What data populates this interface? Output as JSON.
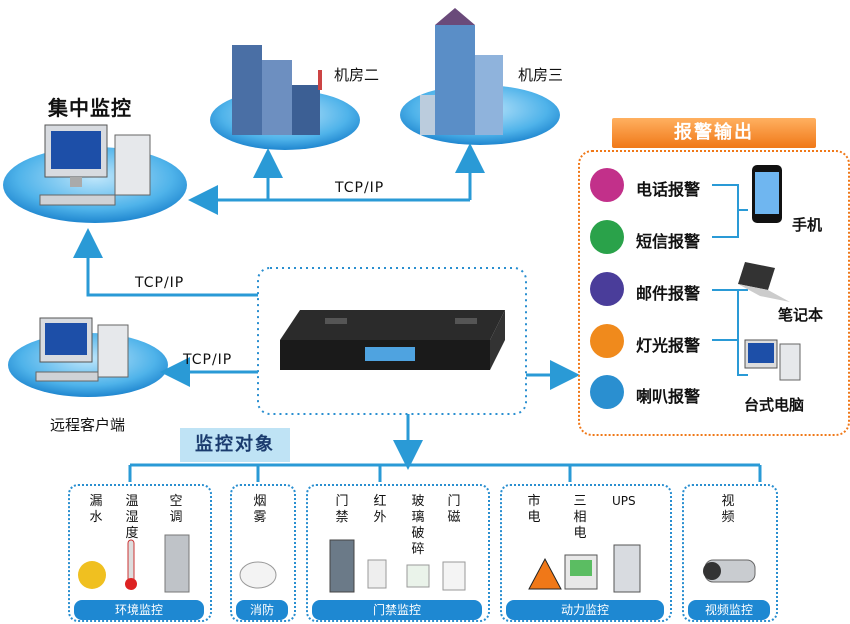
{
  "nodes": {
    "center": "集中监控",
    "room2": "机房二",
    "room3": "机房三",
    "remote": "远程客户端"
  },
  "links": {
    "tcp_top": "TCP/IP",
    "tcp_mid": "TCP/IP",
    "tcp_low": "TCP/IP"
  },
  "alarm": {
    "title": "报警输出",
    "items": [
      "电话报警",
      "短信报警",
      "邮件报警",
      "灯光报警",
      "喇叭报警"
    ],
    "devices": [
      "手机",
      "笔记本",
      "台式电脑"
    ]
  },
  "monitor": {
    "title": "监控对象",
    "groups": [
      {
        "footer": "环境监控",
        "items": [
          "漏水",
          "温湿度",
          "空调"
        ]
      },
      {
        "footer": "消防",
        "items": [
          "烟雾"
        ]
      },
      {
        "footer": "门禁监控",
        "items": [
          "门禁",
          "红外",
          "玻璃破碎",
          "门磁"
        ]
      },
      {
        "footer": "动力监控",
        "items": [
          "市电",
          "三相电",
          "UPS"
        ]
      },
      {
        "footer": "视频监控",
        "items": [
          "视频"
        ]
      }
    ]
  },
  "colors": {
    "accent_blue": "#1e88d2",
    "alarm_orange": "#f07818",
    "arrow_blue": "#2a9ad6"
  }
}
